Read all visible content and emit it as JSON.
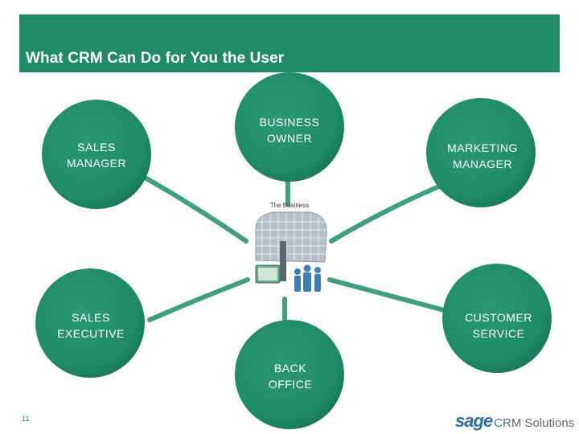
{
  "header": {
    "title": "What CRM Can Do for You the User"
  },
  "hub": {
    "label": "The Business"
  },
  "nodes": {
    "sales_manager": {
      "line1": "SALES",
      "line2": "MANAGER"
    },
    "business_owner": {
      "line1": "BUSINESS",
      "line2": "OWNER"
    },
    "marketing_manager": {
      "line1": "MARKETING",
      "line2": "MANAGER"
    },
    "sales_executive": {
      "line1": "SALES",
      "line2": "EXECUTIVE"
    },
    "customer_service": {
      "line1": "CUSTOMER",
      "line2": "SERVICE"
    },
    "back_office": {
      "line1": "BACK",
      "line2": "OFFICE"
    }
  },
  "footer": {
    "slide_number": "11",
    "logo_brand": "sage",
    "logo_product": "CRM Solutions"
  },
  "colors": {
    "header": "#1f8a65",
    "node_fill": "#1f8a65",
    "connector": "#3fa07a",
    "building": "#a9b3bd",
    "logo_blue": "#2b6f9e"
  },
  "icons": {
    "hub": "business-building-with-people-icon"
  }
}
